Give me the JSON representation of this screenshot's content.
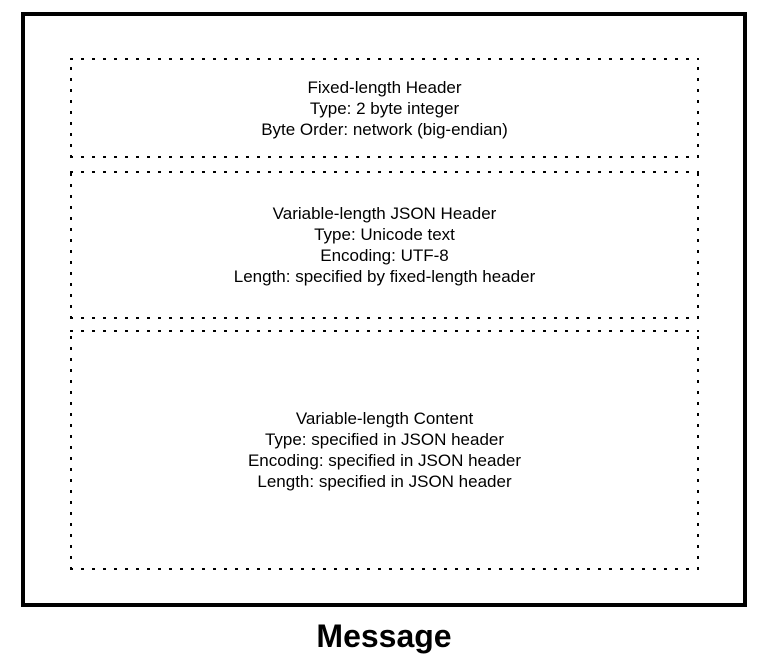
{
  "diagram": {
    "caption": "Message",
    "colors": {
      "border": "#000000",
      "background": "#ffffff",
      "text": "#000000"
    },
    "sections": [
      {
        "name": "fixed-length-header",
        "lines": [
          "Fixed-length Header",
          "Type: 2 byte integer",
          "Byte Order: network (big-endian)"
        ]
      },
      {
        "name": "variable-length-json-header",
        "lines": [
          "Variable-length JSON Header",
          "Type: Unicode text",
          "Encoding: UTF-8",
          "Length: specified by fixed-length header"
        ]
      },
      {
        "name": "variable-length-content",
        "lines": [
          "Variable-length Content",
          "Type: specified in JSON header",
          "Encoding: specified in JSON header",
          "Length: specified in JSON header"
        ]
      }
    ]
  }
}
